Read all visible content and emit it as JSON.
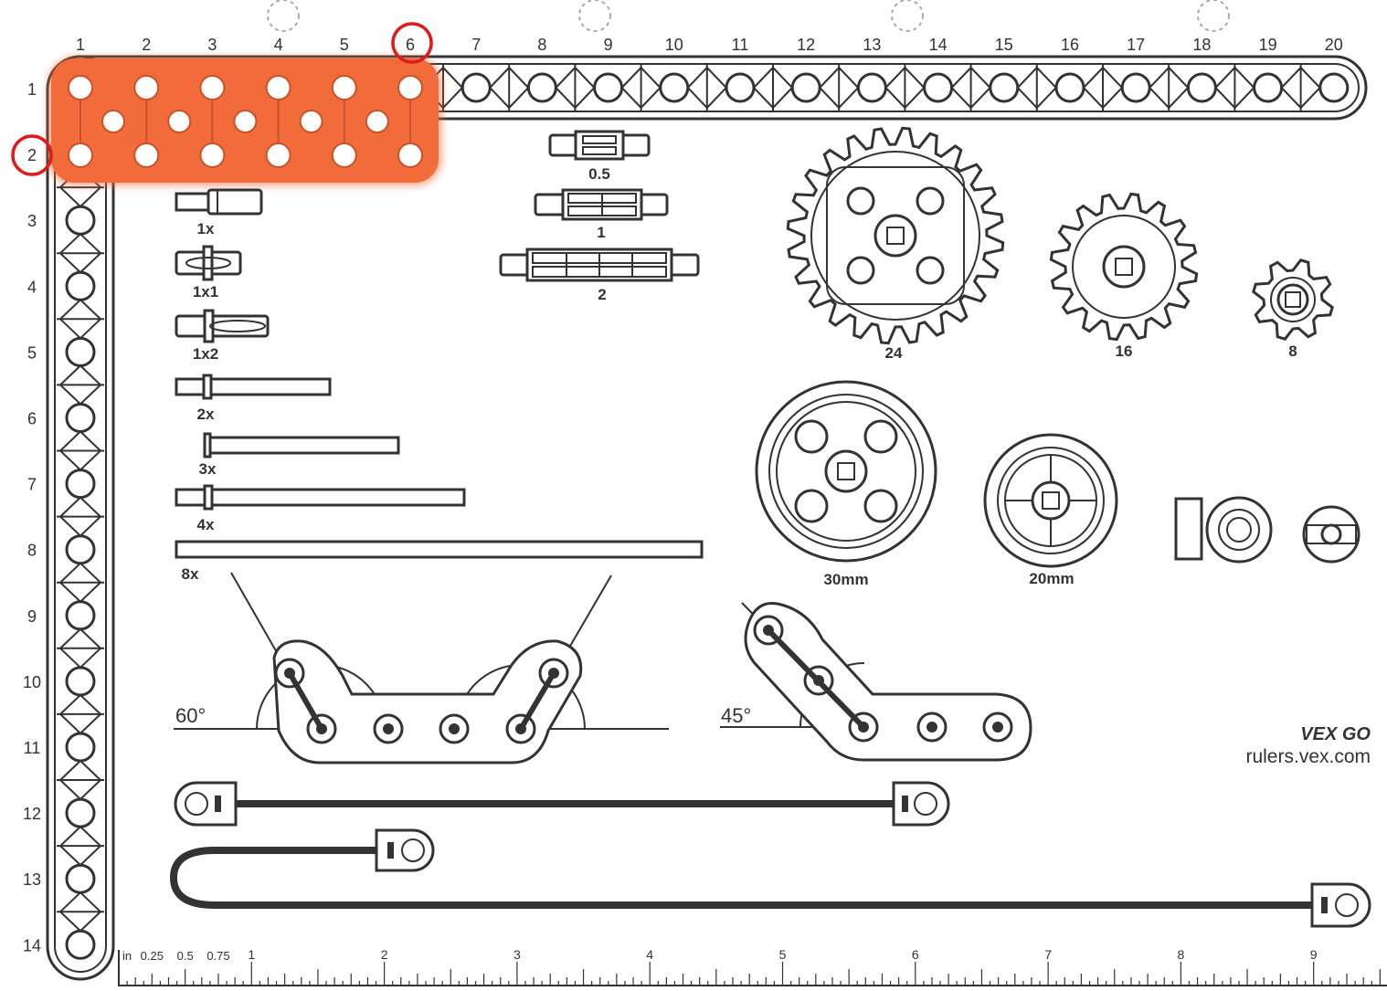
{
  "column_numbers": [
    "1",
    "2",
    "3",
    "4",
    "5",
    "6",
    "7",
    "8",
    "9",
    "10",
    "11",
    "12",
    "13",
    "14",
    "15",
    "16",
    "17",
    "18",
    "19",
    "20"
  ],
  "row_numbers": [
    "1",
    "2",
    "3",
    "4",
    "5",
    "6",
    "7",
    "8",
    "9",
    "10",
    "11",
    "12",
    "13",
    "14"
  ],
  "highlight": {
    "plate_color": "#f26b3a",
    "marker_color": "#e01b1b",
    "marked_column": "6",
    "marked_row": "2"
  },
  "pins": {
    "standoffs": [
      {
        "label": "0.5"
      },
      {
        "label": "1"
      },
      {
        "label": "2"
      }
    ],
    "pins": [
      {
        "label": "1x"
      },
      {
        "label": "1x1"
      },
      {
        "label": "1x2"
      }
    ],
    "shafts": [
      {
        "label": "2x"
      },
      {
        "label": "3x"
      },
      {
        "label": "4x"
      },
      {
        "label": "8x"
      }
    ]
  },
  "gears": [
    {
      "label": "24"
    },
    {
      "label": "16"
    },
    {
      "label": "8"
    }
  ],
  "wheels": [
    {
      "label": "30mm"
    },
    {
      "label": "20mm"
    }
  ],
  "angles": [
    {
      "label": "60°"
    },
    {
      "label": "45°"
    }
  ],
  "brand": {
    "logo": "VEX GO",
    "url": "rulers.vex.com"
  },
  "inch_ruler": {
    "unit": "in",
    "fractions": [
      "0.25",
      "0.5",
      "0.75"
    ],
    "labels": [
      "1",
      "2",
      "3",
      "4",
      "5",
      "6",
      "7",
      "8",
      "9"
    ]
  }
}
